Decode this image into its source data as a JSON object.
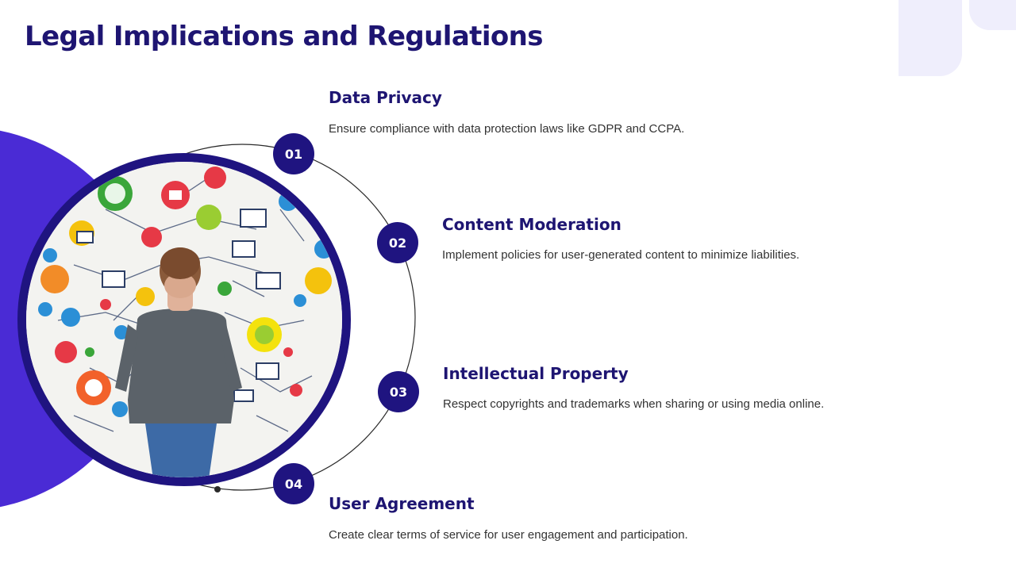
{
  "title": "Legal Implications and Regulations",
  "colors": {
    "title": "#1e1572",
    "badge": "#1f1480",
    "accent_circle": "#4a2bd5",
    "decoration": "#efeefc",
    "body_text": "#333333"
  },
  "illustration": {
    "alt": "Person facing a wall of colorful hand-drawn social media and communication icons"
  },
  "items": [
    {
      "number": "01",
      "title": "Data Privacy",
      "description": "Ensure compliance with data protection laws like GDPR and CCPA."
    },
    {
      "number": "02",
      "title": "Content Moderation",
      "description": "Implement policies for user-generated content to minimize liabilities."
    },
    {
      "number": "03",
      "title": "Intellectual Property",
      "description": "Respect copyrights and trademarks when sharing or using media online."
    },
    {
      "number": "04",
      "title": "User Agreement",
      "description": "Create clear terms of service for user engagement and participation."
    }
  ]
}
